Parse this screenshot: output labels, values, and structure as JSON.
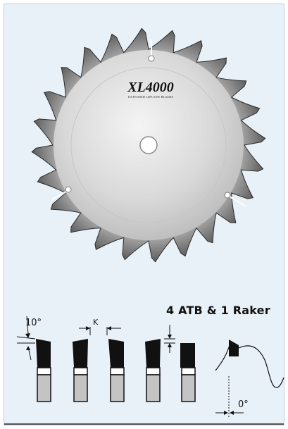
{
  "blade": {
    "brand": "XL4000",
    "tagline": "EXTENDED LIFE SAW BLADES"
  },
  "tooth_diagram": {
    "configuration": "4 ATB & 1 Raker",
    "bevel_angle": "10°",
    "kerf_label": "K",
    "hook_angle": "0°"
  }
}
